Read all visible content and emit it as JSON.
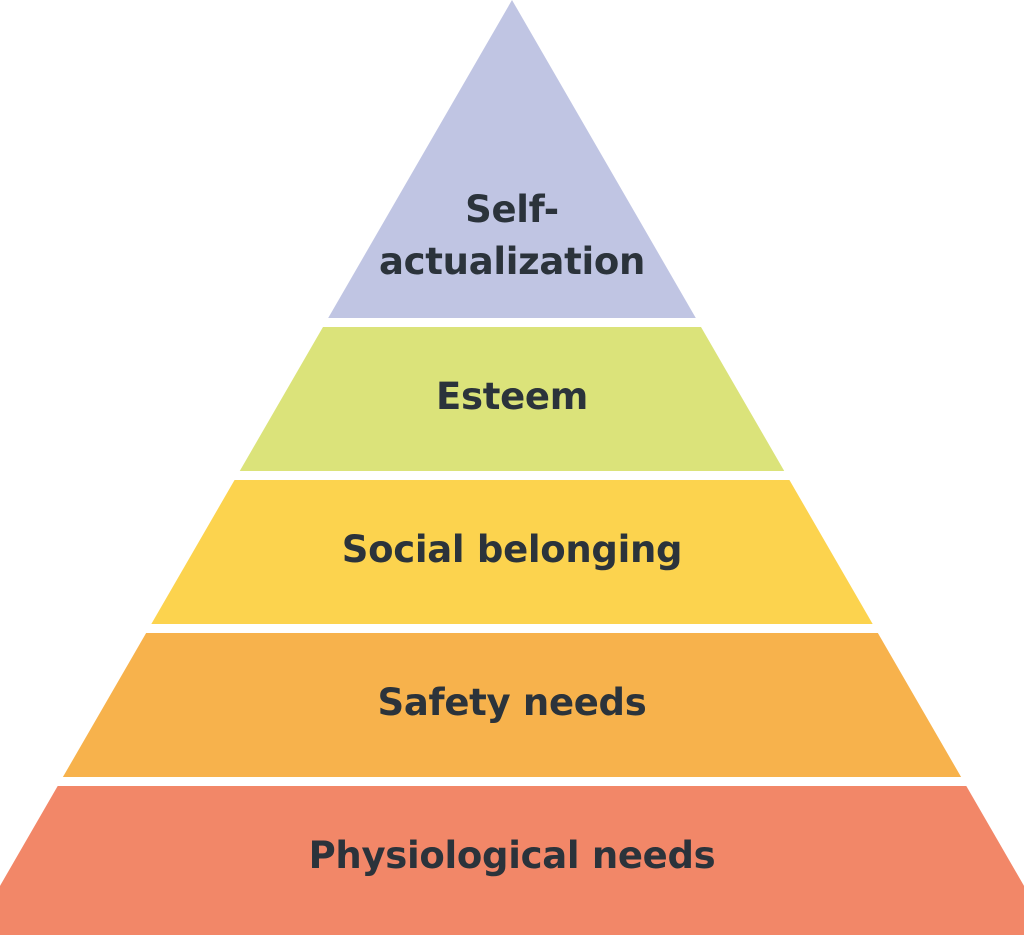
{
  "diagram": {
    "type": "pyramid",
    "tiers": [
      {
        "line1": "Self-",
        "line2": "actualization",
        "color": "#c0c5e3"
      },
      {
        "label": "Esteem",
        "color": "#dbe37a"
      },
      {
        "label": "Social belonging",
        "color": "#fcd34e"
      },
      {
        "label": "Safety needs",
        "color": "#f7b24c"
      },
      {
        "label": "Physiological needs",
        "color": "#f28768"
      }
    ]
  }
}
